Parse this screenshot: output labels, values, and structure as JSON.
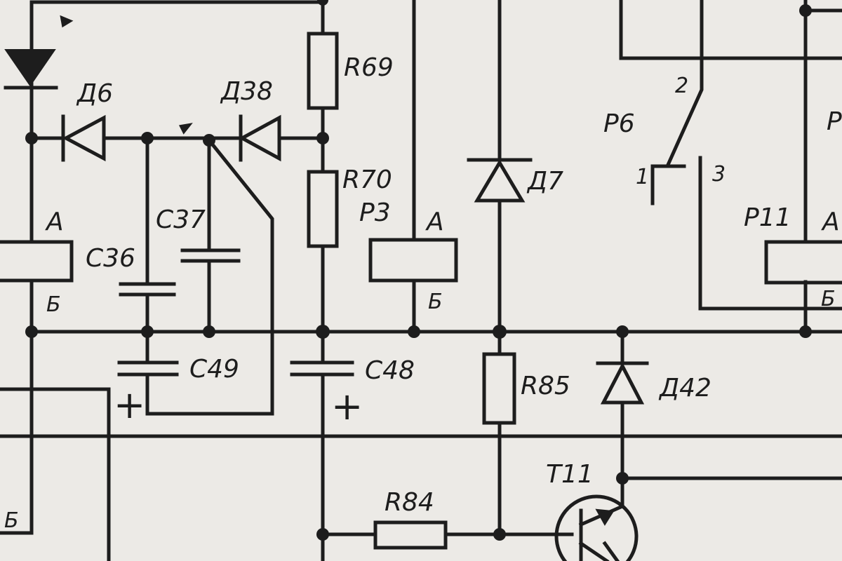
{
  "labels": {
    "d6": "Д6",
    "d38": "Д38",
    "r69": "R69",
    "r70": "R70",
    "p3": "P3",
    "p3_a": "A",
    "p3_b": "Б",
    "d7": "Д7",
    "p6": "P6",
    "p6_pin1": "1",
    "p6_pin2": "2",
    "p6_pin3": "3",
    "p11": "P11",
    "p11_a": "A",
    "p11_b": "Б",
    "left_a": "A",
    "left_b": "Б",
    "c37": "C37",
    "c36": "C36",
    "c49": "C49",
    "c48": "C48",
    "r85": "R85",
    "d42": "Д42",
    "r84": "R84",
    "t11": "T11",
    "left_bottom_b": "Б",
    "right_edge_p": "P",
    "c49_plus": "+",
    "c48_plus": "+"
  }
}
